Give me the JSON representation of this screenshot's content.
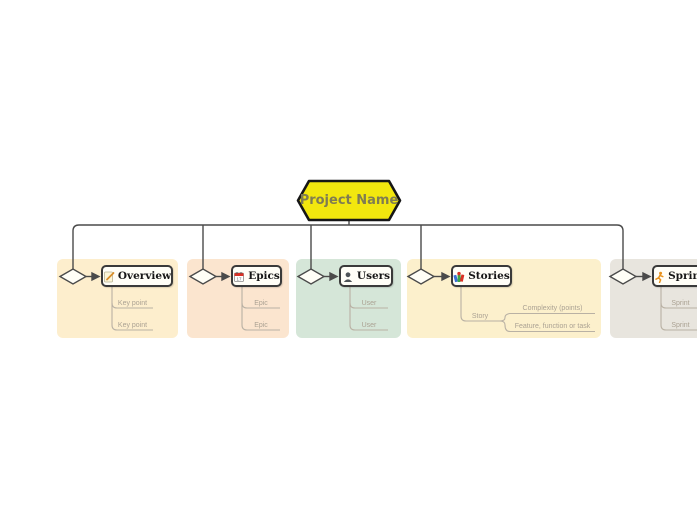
{
  "root": {
    "label": "Project Name"
  },
  "colors": {
    "root_fill": "#f2e70e",
    "root_border": "#161616",
    "root_text": "#7f7c52",
    "connector": "#4a4a4a",
    "child_line": "#b9b1a4",
    "child_text": "#aba293",
    "topic_box_bg": "#fffef7",
    "topic_box_border": "#3a3a3a",
    "panel_overview": "#fdeecd",
    "panel_epics": "#fbe5cf",
    "panel_users": "#d5e6d8",
    "panel_stories": "#fcf0cc",
    "panel_sprints": "#e8e5de"
  },
  "branches": [
    {
      "label": "Overview",
      "icon": "memo-icon",
      "children": [
        "Key point",
        "Key point"
      ]
    },
    {
      "label": "Epics",
      "icon": "calendar-icon",
      "children": [
        "Epic",
        "Epic"
      ]
    },
    {
      "label": "Users",
      "icon": "user-icon",
      "children": [
        "User",
        "User"
      ]
    },
    {
      "label": "Stories",
      "icon": "books-icon",
      "child": {
        "label": "Story",
        "children": [
          "Complexity (points)",
          "Feature, function or task"
        ]
      }
    },
    {
      "label": "Sprints",
      "icon": "runner-icon",
      "children": [
        "Sprint",
        "Sprint"
      ]
    }
  ]
}
